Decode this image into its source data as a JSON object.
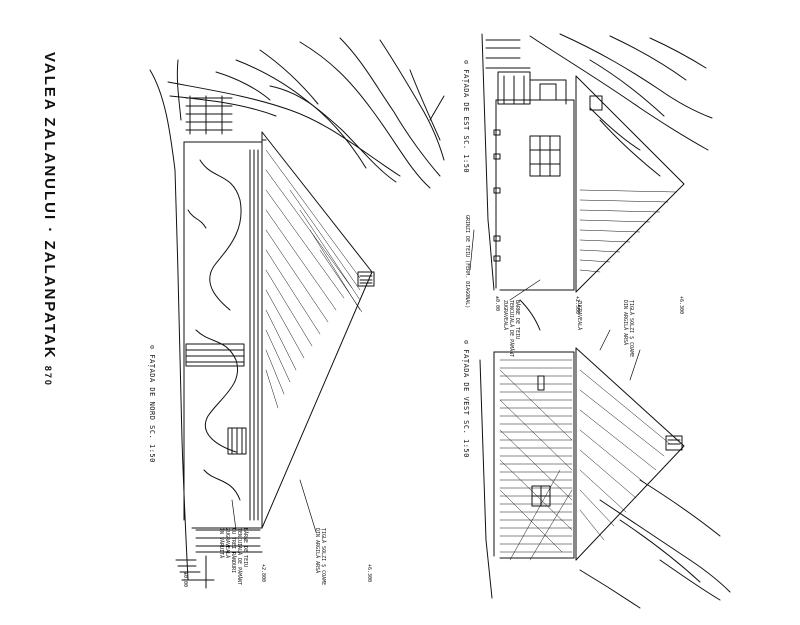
{
  "sheet": {
    "title": "VALEA ZALANULUI · ZALANPATAK",
    "title_suffix": "870"
  },
  "views": {
    "north": {
      "caption": "⊙ FAȚADA DE NORD  SC. 1:50"
    },
    "east": {
      "caption": "⊙ FAȚADA DE EST  SC. 1:50"
    },
    "west": {
      "caption": "⊙ FAȚADA DE VEST  SC. 1:50"
    }
  },
  "annotations": {
    "n1": "ȚIGLĂ SOLZI Ș COAME\nDIN ARGILĂ ARSĂ",
    "n2": "BÂRNE DE TEIU\nTENCUIALĂ DE PĂMÂNT\nCU TREI RÂNDURI\nZUGRAVEALĂ\nÎN VĂRUITĂ",
    "n3": "GRINZI DE TEIU (FERM. DIAGONAL)",
    "n4": "BÂRNE DE TEIU\nTENCUIALĂ DE PĂMÂNT\nZUGRAVEALĂ",
    "n5": "ZUGRAVEALĂ",
    "n6": "ȚIGLĂ SOLZI Ș COAME\nDIN ARGILĂ ARSĂ"
  },
  "levels": {
    "l1": "+6.300",
    "l2": "+2.800",
    "l3": "±0.00",
    "l4": "+2.500",
    "l5": "±0.00",
    "l6": "+6.300"
  }
}
